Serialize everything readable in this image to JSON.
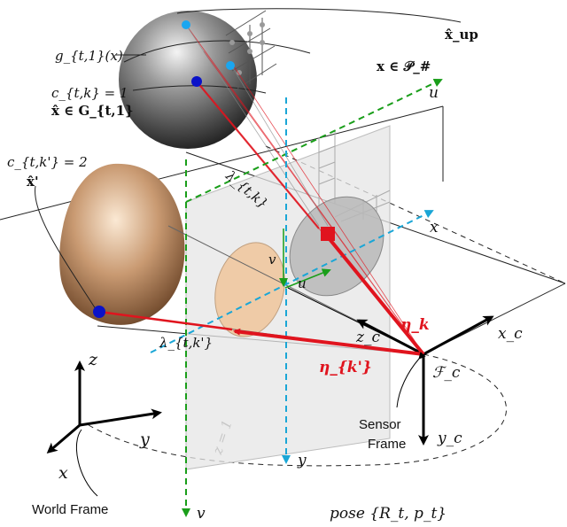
{
  "labels": {
    "g_t1_x": "g_{t,1}(x)",
    "x_up": "x̂_up",
    "x_in_P": "x ∈ 𝒫_#",
    "c_tk_1": "c_{t,k} = 1",
    "xhat_in_G": "x̂ ∈ G_{t,1}",
    "c_tk2": "c_{t,k'} = 2",
    "xhat_prime": "x̂'",
    "lambda_tk": "λ_{t,k}",
    "lambda_tk_prime": "λ_{t,k'}",
    "u_green": "u",
    "v_green": "v",
    "x_blue": "x",
    "y_blue": "y",
    "u_small": "u",
    "v_small": "v",
    "eta_k": "η_k",
    "eta_k_prime": "η_{k'}",
    "x_c": "x_c",
    "y_c": "y_c",
    "z_c": "z_c",
    "F_c": "ℱ_c",
    "sensor_frame_line1": "Sensor",
    "sensor_frame_line2": "Frame",
    "z_eq_1": "z = 1",
    "world_z": "z",
    "world_y": "y",
    "world_x": "x",
    "world_frame": "World Frame",
    "pose": "pose {R_t, p_t}"
  },
  "colors": {
    "red": "#e0141e",
    "green_dashed": "#1a9e1a",
    "blue_dashed": "#1aa6d6",
    "plane_fill": "#e6e6e6",
    "ellipse_gray": "#b8b8b8",
    "ellipse_orange": "#f0c8a0"
  }
}
